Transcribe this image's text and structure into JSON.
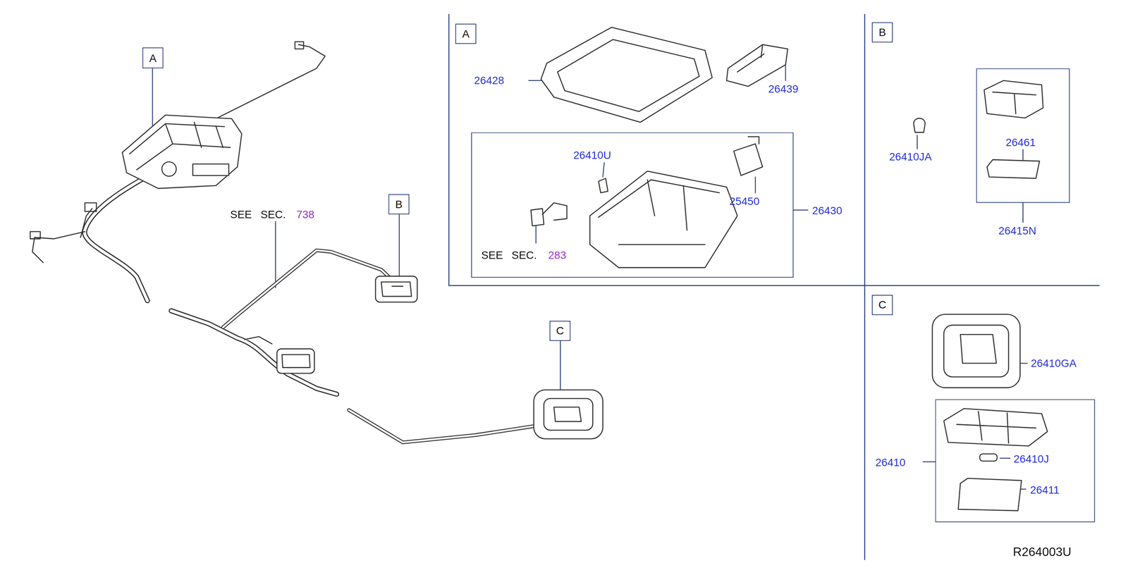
{
  "diagram": {
    "nodes": [
      {
        "text": [
          "A"
        ]
      },
      {
        "text": [
          "B"
        ]
      },
      {
        "text": [
          "C"
        ]
      },
      {
        "text": [
          "A"
        ]
      },
      {
        "text": [
          "B"
        ]
      },
      {
        "text": [
          "C"
        ]
      },
      {
        "text": [
          "26410U",
          "25450",
          "SEE SEC.",
          "283",
          "26430"
        ]
      },
      {
        "text": [
          "26461",
          "26415N"
        ]
      },
      {
        "text": [
          "26410J",
          "26411",
          "26410"
        ]
      }
    ],
    "labels": [
      "26428",
      "26439",
      "26410JA",
      "26410GA",
      "SEE SEC.",
      "738",
      "R264003U"
    ]
  }
}
